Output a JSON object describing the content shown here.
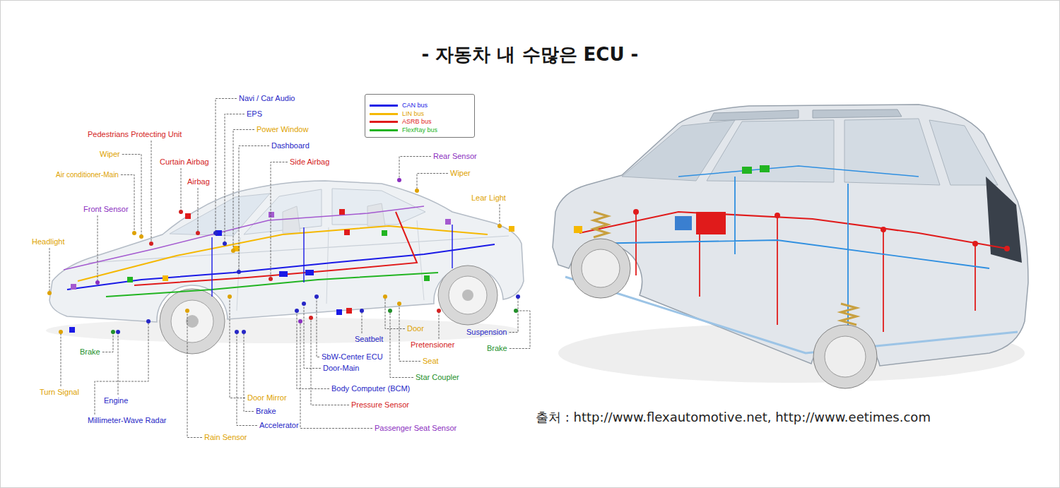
{
  "diagram": {
    "title": "- 자동차 내 수많은 ECU -",
    "caption": "출처 : http://www.flexautomotive.net, http://www.eetimes.com",
    "labels": [
      "Navi / Car Audio",
      "EPS",
      "Power Window",
      "Dashboard",
      "Pedestrians Protecting Unit",
      "Wiper",
      "Curtain Airbag",
      "Side Airbag",
      "Rear Sensor",
      "Wiper",
      "Air conditioner-Main",
      "Airbag",
      "Lear Light",
      "Front Sensor",
      "Headlight",
      "Door",
      "Suspension",
      "Seatbelt",
      "Pretensioner",
      "Brake",
      "Brake",
      "SbW-Center ECU",
      "Seat",
      "Door-Main",
      "Star Coupler",
      "Turn Signal",
      "Body Computer (BCM)",
      "Engine",
      "Door Mirror",
      "Pressure Sensor",
      "Brake",
      "Millimeter-Wave Radar",
      "Accelerator",
      "Passenger Seat Sensor",
      "Rain Sensor"
    ],
    "legend": [
      {
        "text": "CAN bus",
        "color": "#1a1ae6"
      },
      {
        "text": "LIN bus",
        "color": "#f5b800"
      },
      {
        "text": "ASRB bus",
        "color": "#e01b1b"
      },
      {
        "text": "FlexRay bus",
        "color": "#22b422"
      }
    ]
  }
}
